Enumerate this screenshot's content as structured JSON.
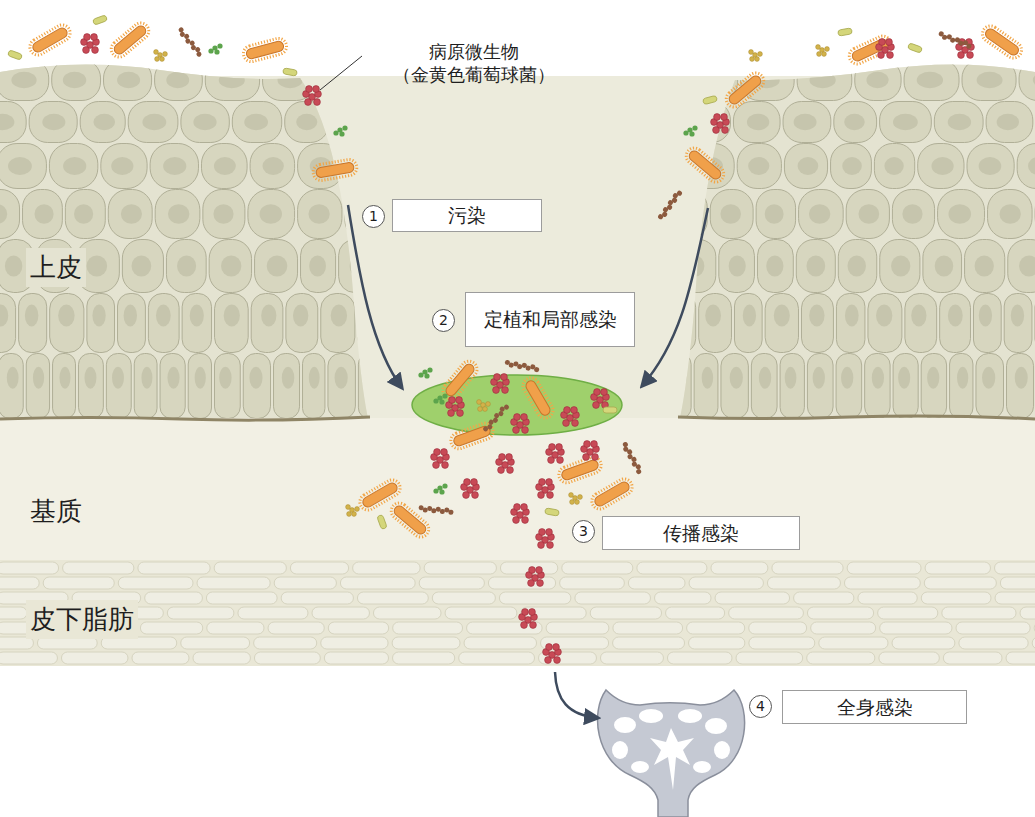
{
  "diagram": {
    "nodes": [
      {
        "text": [
          "污染"
        ]
      },
      {
        "text": [
          "定植和局部感染"
        ]
      },
      {
        "text": [
          "传播感染"
        ]
      },
      {
        "text": [
          "全身感染"
        ]
      }
    ],
    "labels": [
      "病原微生物 （金黄色葡萄球菌）",
      "1",
      "上皮",
      "2",
      "基质",
      "3",
      "皮下脂肪",
      "4"
    ]
  }
}
